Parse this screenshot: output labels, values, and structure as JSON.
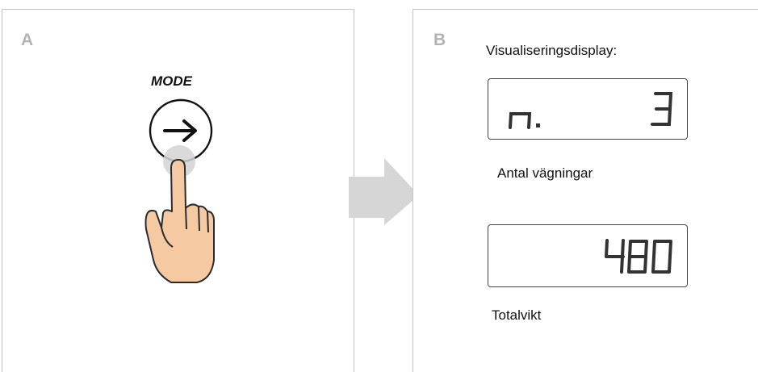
{
  "panel_a": {
    "letter": "A",
    "button_label": "MODE"
  },
  "panel_b": {
    "letter": "B",
    "display_heading": "Visualiseringsdisplay:",
    "display_count": {
      "prefix": "n.",
      "value": "3",
      "caption": "Antal vägningar"
    },
    "display_total": {
      "value": "480",
      "caption": "Totalvikt"
    }
  },
  "icons": {
    "mode_button": "right-arrow-icon",
    "hand": "pointing-hand-icon",
    "transition": "next-step-arrow-icon"
  },
  "colors": {
    "panel_border": "#c4c4c4",
    "letter": "#b3b3b3",
    "segment": "#333333",
    "skin": "#f5c9a2",
    "press_highlight": "#d4d4d4",
    "transition_arrow": "#d6d6d6"
  }
}
